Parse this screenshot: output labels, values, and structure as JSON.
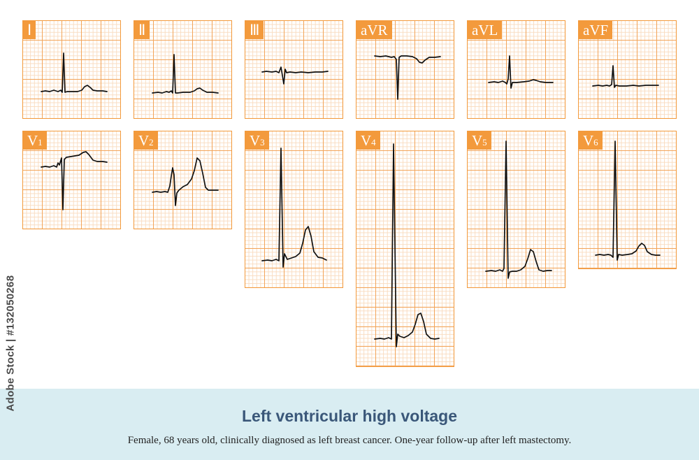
{
  "leads": [
    {
      "id": "I",
      "label": "Ⅰ",
      "sub": ""
    },
    {
      "id": "II",
      "label": "Ⅱ",
      "sub": ""
    },
    {
      "id": "III",
      "label": "Ⅲ",
      "sub": ""
    },
    {
      "id": "aVR",
      "label": "aVR",
      "sub": ""
    },
    {
      "id": "aVL",
      "label": "aVL",
      "sub": ""
    },
    {
      "id": "aVF",
      "label": "aVF",
      "sub": ""
    },
    {
      "id": "V1",
      "label": "V",
      "sub": "1"
    },
    {
      "id": "V2",
      "label": "V",
      "sub": "2"
    },
    {
      "id": "V3",
      "label": "V",
      "sub": "3"
    },
    {
      "id": "V4",
      "label": "V",
      "sub": "4"
    },
    {
      "id": "V5",
      "label": "V",
      "sub": "5"
    },
    {
      "id": "V6",
      "label": "V",
      "sub": "6"
    }
  ],
  "caption": {
    "title": "Left ventricular high voltage",
    "subtitle": "Female, 68 years old, clinically diagnosed as left breast cancer. One-year follow-up after left mastectomy."
  },
  "watermark": {
    "text": "Adobe Stock | #132050268"
  },
  "colors": {
    "grid_major": "#f3a55a",
    "grid_minor": "#f9dcc0",
    "label_bg": "#f39a3c",
    "trace": "#111111",
    "caption_band": "#d9edf2",
    "caption_title": "#3a5779"
  }
}
